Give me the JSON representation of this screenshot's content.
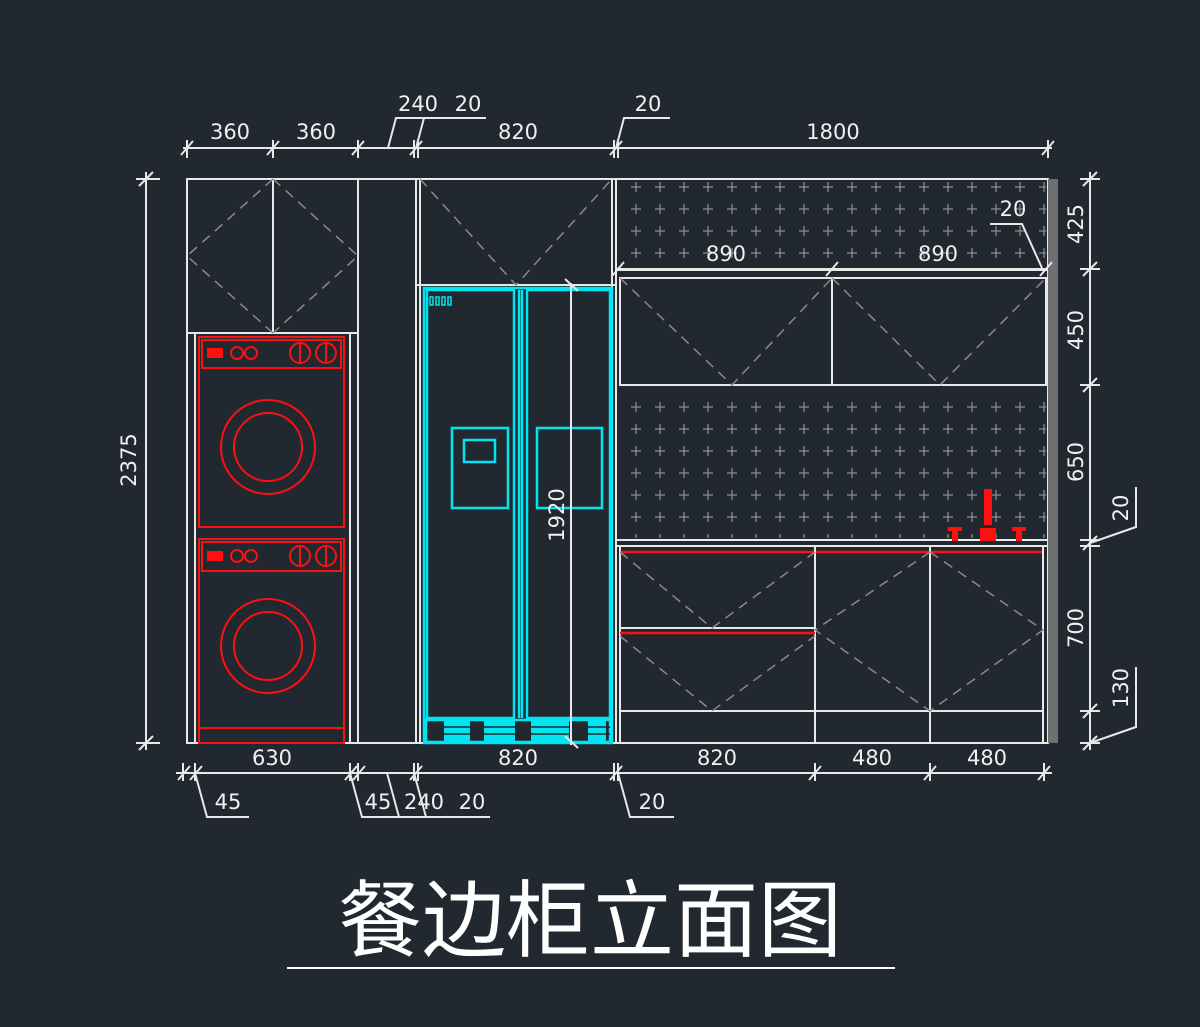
{
  "title": "餐边柜立面图",
  "colors": {
    "background": "#212830",
    "appliance_washer": "#ff1010",
    "appliance_fridge": "#00e5f0",
    "lines": "#e8e8e8"
  },
  "dimensions": {
    "top": {
      "w1": "360",
      "w2": "360",
      "gap_a": "240",
      "gap_b": "20",
      "fridge": "820",
      "gap_c": "20",
      "right": "1800"
    },
    "upper_inner": {
      "left": "890",
      "right": "890",
      "gap": "20"
    },
    "bottom": {
      "washer": "630",
      "side_l": "45",
      "side_r": "45",
      "gap_a": "240",
      "gap_b": "20",
      "fridge": "820",
      "gap_c": "20",
      "base1": "820",
      "base2": "480",
      "base3": "480"
    },
    "left": {
      "total": "2375"
    },
    "fridge_height": "1920",
    "right": {
      "d1": "425",
      "d2": "450",
      "d3": "650",
      "d4": "20",
      "d5": "700",
      "d6": "130"
    }
  }
}
